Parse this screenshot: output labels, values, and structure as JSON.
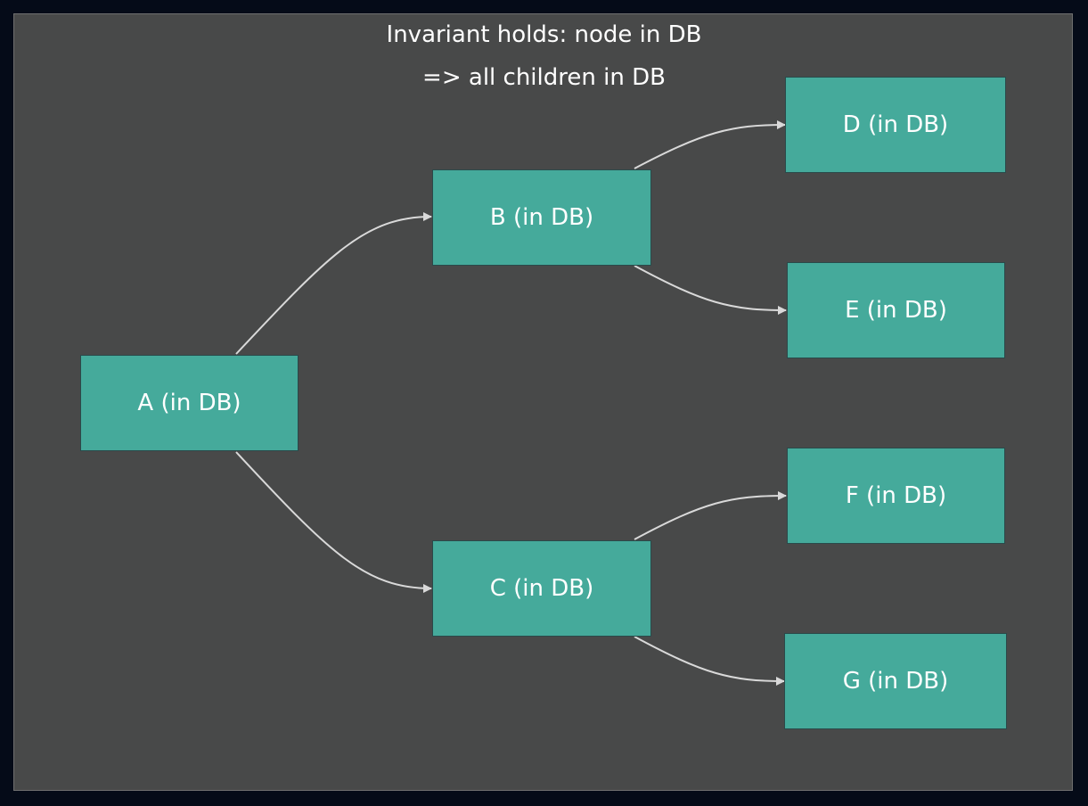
{
  "cluster": {
    "title_line_1": "Invariant holds: node in DB",
    "title_line_2": "=> all children in DB"
  },
  "nodes": {
    "a": "A (in DB)",
    "b": "B (in DB)",
    "c": "C (in DB)",
    "d": "D (in DB)",
    "e": "E (in DB)",
    "f": "F (in DB)",
    "g": "G (in DB)"
  },
  "colors": {
    "background": "#050b18",
    "cluster_fill": "#484949",
    "node_fill": "#45aa9b",
    "edge": "#d9d9d9",
    "text": "#ffffff"
  }
}
